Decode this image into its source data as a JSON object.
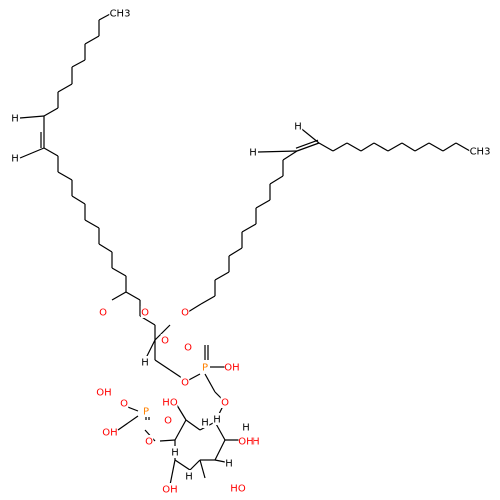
{
  "colors": {
    "carbon_bond": "#000000",
    "oxygen": "#ff0000",
    "phosphorus": "#ff8000",
    "hydrogen_label": "#000000",
    "background": "#ffffff"
  },
  "molecule": {
    "atoms": [
      {
        "id": "c1",
        "label": "CH3",
        "color": "#000000"
      },
      {
        "id": "h1",
        "label": "H",
        "color": "#000000"
      },
      {
        "id": "h2",
        "label": "H",
        "color": "#000000"
      },
      {
        "id": "h3",
        "label": "H",
        "color": "#000000"
      },
      {
        "id": "c2",
        "label": "CH3",
        "color": "#000000"
      },
      {
        "id": "o1",
        "label": "O",
        "color": "#ff0000"
      },
      {
        "id": "o2",
        "label": "O",
        "color": "#ff0000"
      },
      {
        "id": "o3",
        "label": "O",
        "color": "#ff0000"
      },
      {
        "id": "o4",
        "label": "O",
        "color": "#ff0000"
      },
      {
        "id": "h4",
        "label": "H",
        "color": "#000000"
      },
      {
        "id": "o5",
        "label": "O",
        "color": "#ff0000"
      },
      {
        "id": "o6",
        "label": "O",
        "color": "#ff0000"
      },
      {
        "id": "p1",
        "label": "P",
        "color": "#ff8000"
      },
      {
        "id": "oh1",
        "label": "OH",
        "color": "#ff0000"
      },
      {
        "id": "oh2",
        "label": "OH",
        "color": "#ff0000"
      },
      {
        "id": "h5",
        "label": "H",
        "color": "#000000"
      },
      {
        "id": "o7",
        "label": "O",
        "color": "#ff0000"
      },
      {
        "id": "o8",
        "label": "O",
        "color": "#ff0000"
      },
      {
        "id": "p2",
        "label": "P",
        "color": "#ff8000"
      },
      {
        "id": "o9",
        "label": "O",
        "color": "#ff0000"
      },
      {
        "id": "oh3",
        "label": "OH",
        "color": "#ff0000"
      },
      {
        "id": "oh4",
        "label": "HO",
        "color": "#ff0000"
      },
      {
        "id": "o10",
        "label": "O",
        "color": "#ff0000"
      },
      {
        "id": "h6",
        "label": "H",
        "color": "#000000"
      },
      {
        "id": "h7",
        "label": "H",
        "color": "#000000"
      },
      {
        "id": "h8",
        "label": "H",
        "color": "#000000"
      },
      {
        "id": "oh5",
        "label": "OH",
        "color": "#ff0000"
      },
      {
        "id": "h9",
        "label": "H",
        "color": "#000000"
      },
      {
        "id": "h10",
        "label": "H",
        "color": "#000000"
      },
      {
        "id": "oh6",
        "label": "OH",
        "color": "#ff0000"
      },
      {
        "id": "oh7",
        "label": "HO",
        "color": "#ff0000"
      },
      {
        "id": "h11",
        "label": "H",
        "color": "#000000"
      },
      {
        "id": "oh8",
        "label": "OH",
        "color": "#ff0000"
      }
    ]
  }
}
